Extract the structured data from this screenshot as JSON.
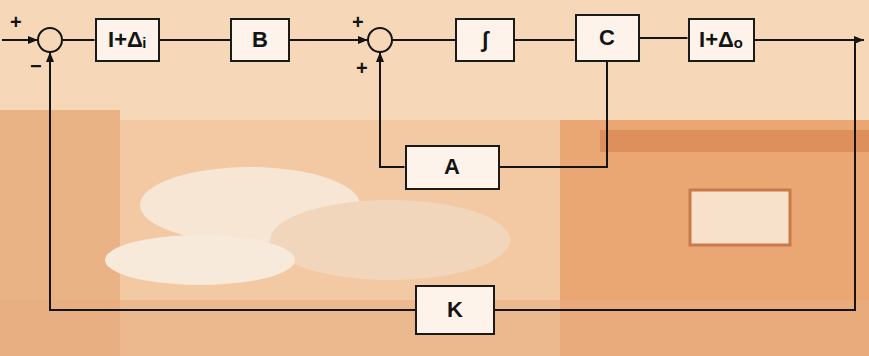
{
  "diagram": {
    "nodes": [
      {
        "text": [
          "I+Δᵢ"
        ]
      },
      {
        "text": [
          "B"
        ]
      },
      {
        "text": [
          "∫"
        ]
      },
      {
        "text": [
          "C"
        ]
      },
      {
        "text": [
          "I+Δₒ"
        ]
      },
      {
        "text": [
          "A"
        ]
      },
      {
        "text": [
          "K"
        ]
      }
    ],
    "edges": [
      {
        "from": 0,
        "to": 1,
        "arrow": "none"
      },
      {
        "from": 1,
        "to": 2,
        "arrow": "to"
      },
      {
        "from": 2,
        "to": 3,
        "arrow": "none"
      },
      {
        "from": 3,
        "to": 4,
        "arrow": "none"
      },
      {
        "from": 3,
        "to": 5,
        "arrow": "none"
      },
      {
        "from": 5,
        "to": 2,
        "arrow": "to"
      },
      {
        "from": 4,
        "to": 6,
        "arrow": "none"
      },
      {
        "from": 6,
        "to": 0,
        "arrow": "to"
      }
    ],
    "labels": [
      "+",
      "−",
      "+",
      "+"
    ]
  }
}
